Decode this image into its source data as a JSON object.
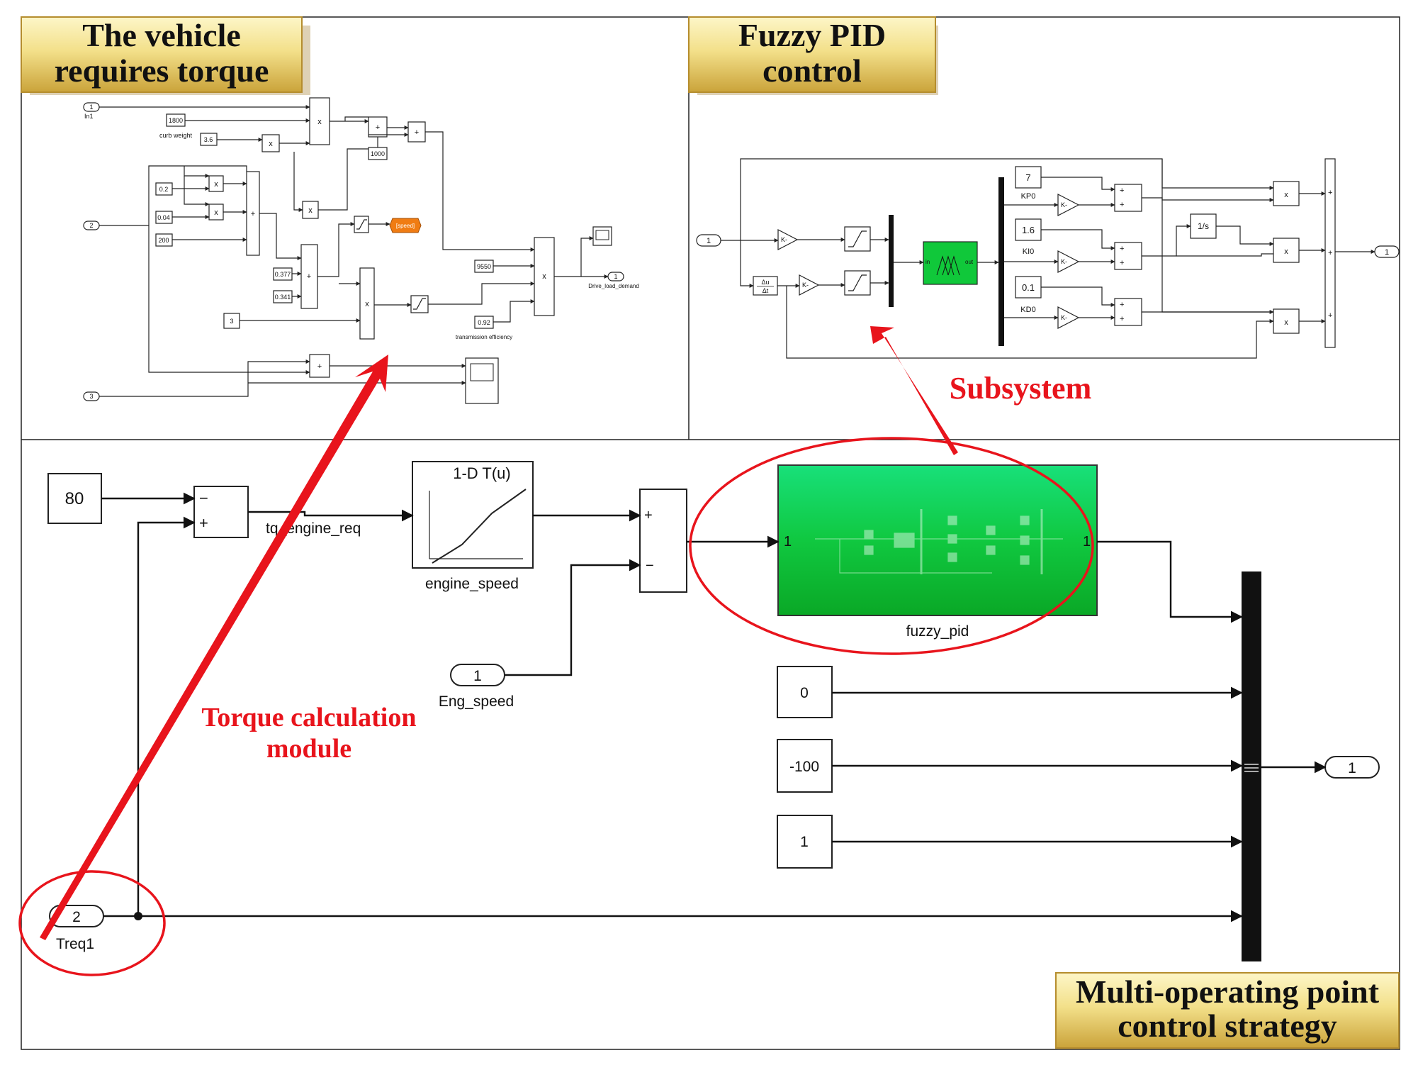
{
  "banners": {
    "vehicle": [
      "The vehicle",
      "requires torque"
    ],
    "fuzzy": [
      "Fuzzy PID",
      "control"
    ],
    "multi": [
      "Multi-operating point",
      "control strategy"
    ]
  },
  "annotations": {
    "subsystem": "Subsystem",
    "torque": [
      "Torque calculation",
      "module"
    ]
  },
  "vehicle_panel": {
    "in1": "1",
    "in1_label": "In1",
    "in2": "2",
    "in3": "3",
    "curb_weight_value": "1800",
    "curb_weight_label": "curb weight",
    "c_3_6": "3.6",
    "c_0_2": "0.2",
    "c_0_04": "0.04",
    "c_200": "200",
    "c_1000": "1000",
    "c_0_377": "0.377",
    "c_0_341": "0.341",
    "c_3": "3",
    "c_9550": "9550",
    "c_0_92": "0.92",
    "trans_eff_label": "transmission efficiency",
    "goto_tag": "[speed]",
    "out1": "1",
    "out_label": "Drive_load_demand"
  },
  "fuzzy_panel": {
    "in1": "1",
    "out1": "1",
    "kp_value": "7",
    "kp_label": "KP0",
    "ki_value": "1.6",
    "ki_label": "KI0",
    "kd_value": "0.1",
    "kd_label": "KD0",
    "gain": "K-",
    "integrator": "1/s",
    "deriv_num": "Δu",
    "deriv_den": "Δt",
    "flc_in": "in",
    "flc_out": "out"
  },
  "main_panel": {
    "const_80": "80",
    "signal_label": "tq_engine_req",
    "lookup_title": "1-D T(u)",
    "lookup_label": "engine_speed",
    "subsys_in": "1",
    "subsys_out": "1",
    "subsys_label": "fuzzy_pid",
    "eng_speed_port": "1",
    "eng_speed_label": "Eng_speed",
    "const_0": "0",
    "const_m100": "-100",
    "const_1": "1",
    "treq_port": "2",
    "treq_label": "Treq1",
    "out_port": "1"
  }
}
